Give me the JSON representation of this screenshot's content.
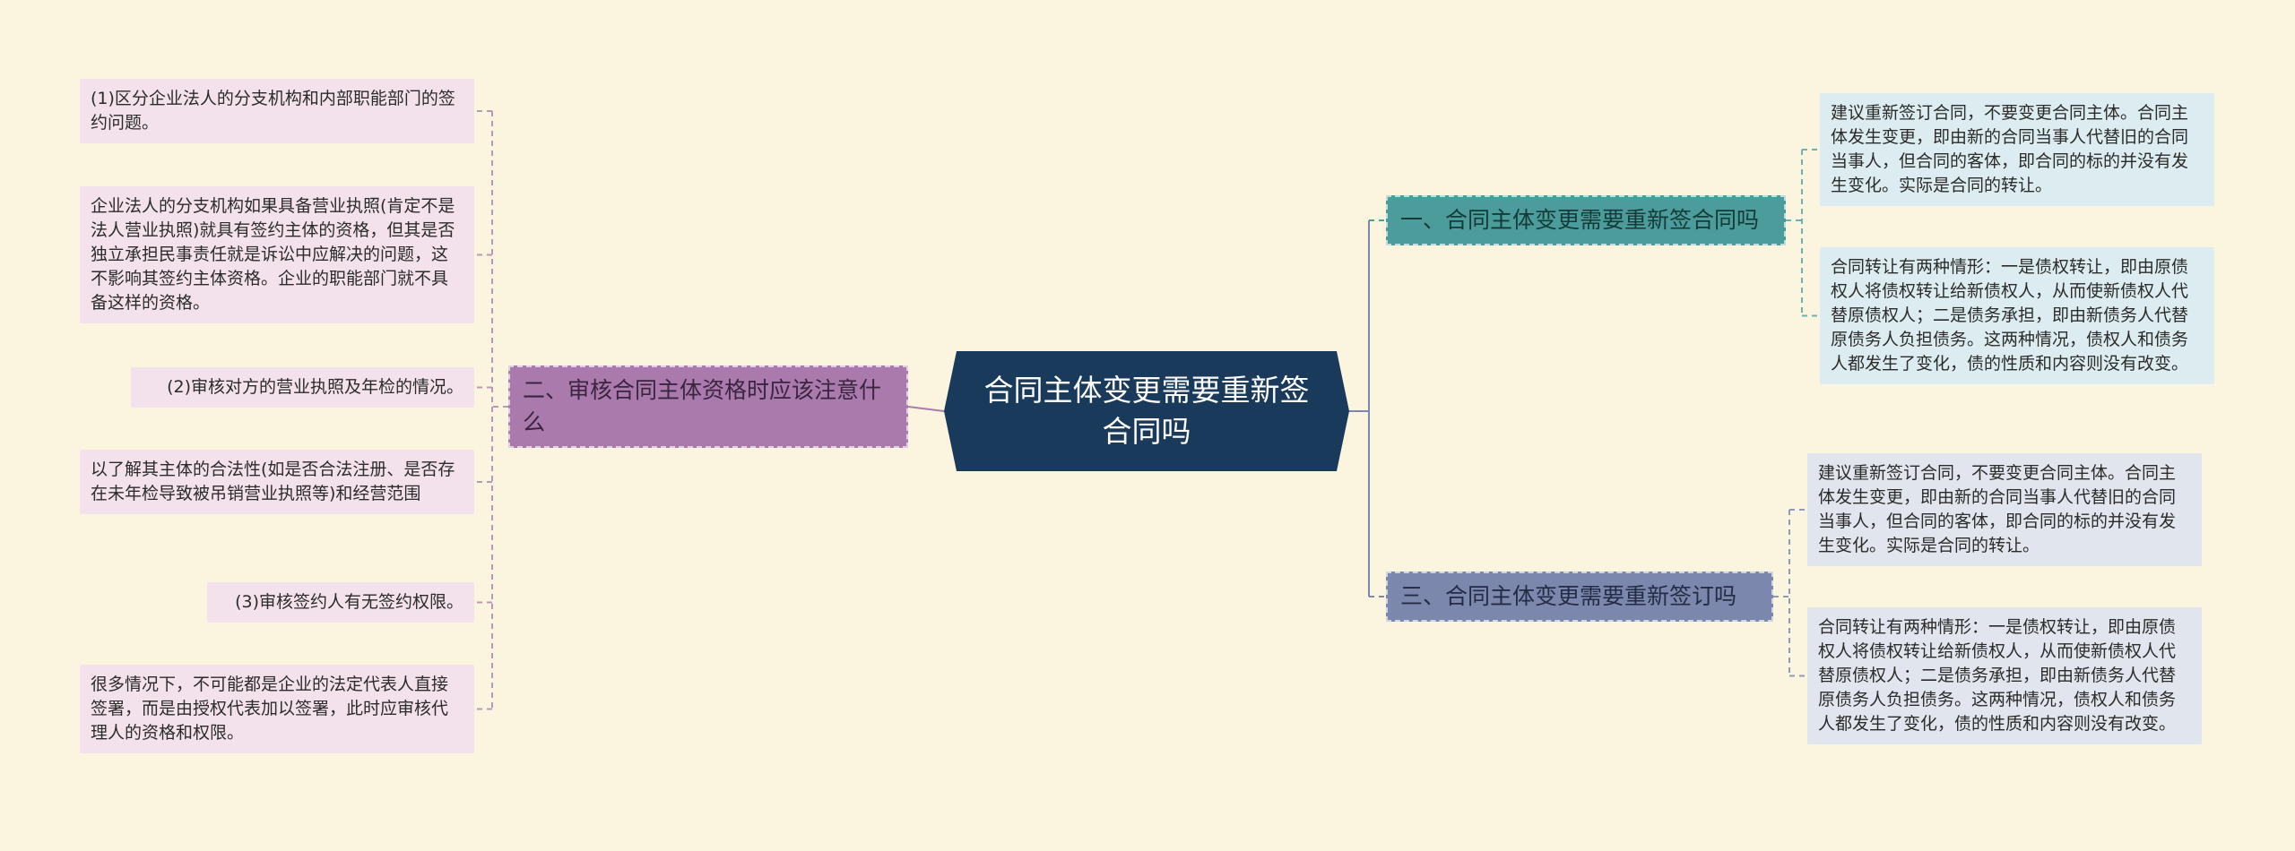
{
  "root": {
    "label": "合同主体变更需要重新签合同吗"
  },
  "branches": {
    "b1": {
      "label": "一、合同主体变更需要重新签合同吗",
      "items": [
        "建议重新签订合同，不要变更合同主体。合同主体发生变更，即由新的合同当事人代替旧的合同当事人，但合同的客体，即合同的标的并没有发生变化。实际是合同的转让。",
        "合同转让有两种情形：一是债权转让，即由原债权人将债权转让给新债权人，从而使新债权人代替原债权人；二是债务承担，即由新债务人代替原债务人负担债务。这两种情况，债权人和债务人都发生了变化，债的性质和内容则没有改变。"
      ]
    },
    "b2": {
      "label": "二、审核合同主体资格时应该注意什么",
      "items": [
        "(1)区分企业法人的分支机构和内部职能部门的签约问题。",
        "企业法人的分支机构如果具备营业执照(肯定不是法人营业执照)就具有签约主体的资格，但其是否独立承担民事责任就是诉讼中应解决的问题，这不影响其签约主体资格。企业的职能部门就不具备这样的资格。",
        "(2)审核对方的营业执照及年检的情况。",
        "以了解其主体的合法性(如是否合法注册、是否存在未年检导致被吊销营业执照等)和经营范围",
        "(3)审核签约人有无签约权限。",
        "很多情况下，不可能都是企业的法定代表人直接签署，而是由授权代表加以签署，此时应审核代理人的资格和权限。"
      ]
    },
    "b3": {
      "label": "三、合同主体变更需要重新签订吗",
      "items": [
        "建议重新签订合同，不要变更合同主体。合同主体发生变更，即由新的合同当事人代替旧的合同当事人，但合同的客体，即合同的标的并没有发生变化。实际是合同的转让。",
        "合同转让有两种情形：一是债权转让，即由原债权人将债权转让给新债权人，从而使新债权人代替原债权人；二是债务承担，即由新债务人代替原债务人负担债务。这两种情况，债权人和债务人都发生了变化，债的性质和内容则没有改变。"
      ]
    }
  },
  "colors": {
    "background": "#fbf5df",
    "root": "#1a3a5c",
    "branch_b1": "#4b9c9b",
    "branch_b2": "#a97aab",
    "branch_b3": "#7c87ad",
    "leaf_b1": "#dcecf0",
    "leaf_b2": "#f3e2ec",
    "leaf_b3": "#e0e5ee"
  }
}
